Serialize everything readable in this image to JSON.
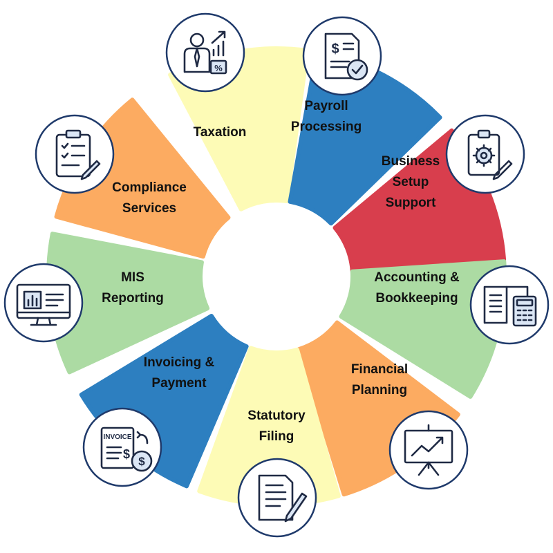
{
  "segments": [
    {
      "label_lines": [
        "Taxation"
      ],
      "color": "#fdfbb6",
      "icon": "tax-chart-person-icon"
    },
    {
      "label_lines": [
        "Payroll",
        "Processing"
      ],
      "color": "#2d7fc0",
      "icon": "payroll-document-icon"
    },
    {
      "label_lines": [
        "Business",
        "Setup",
        "Support"
      ],
      "color": "#d83e4d",
      "icon": "clipboard-gear-icon"
    },
    {
      "label_lines": [
        "Accounting &",
        "Bookkeeping"
      ],
      "color": "#acdba3",
      "icon": "book-calculator-icon"
    },
    {
      "label_lines": [
        "Financial",
        "Planning"
      ],
      "color": "#fcab61",
      "icon": "presentation-chart-icon"
    },
    {
      "label_lines": [
        "Statutory",
        "Filing"
      ],
      "color": "#fdfbb6",
      "icon": "document-pen-icon"
    },
    {
      "label_lines": [
        "Invoicing &",
        "Payment"
      ],
      "color": "#2d7fc0",
      "icon": "invoice-dollar-icon"
    },
    {
      "label_lines": [
        "MIS",
        "Reporting"
      ],
      "color": "#acdba3",
      "icon": "monitor-report-icon"
    },
    {
      "label_lines": [
        "Compliance",
        "Services"
      ],
      "color": "#fcab61",
      "icon": "clipboard-checklist-icon"
    }
  ],
  "icon_text": {
    "invoice": "INVOICE",
    "percent": "%",
    "dollar": "$"
  }
}
